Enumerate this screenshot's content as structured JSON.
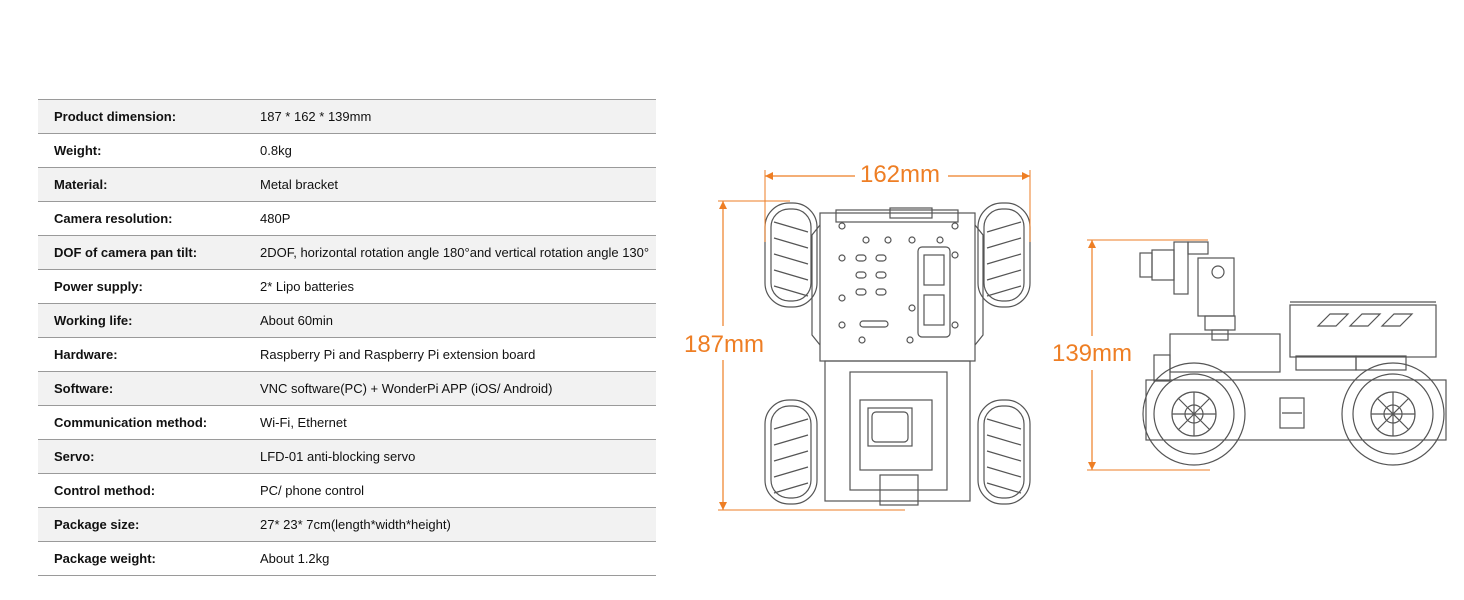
{
  "specs": [
    {
      "label": "Product dimension:",
      "value": "187 * 162 * 139mm"
    },
    {
      "label": "Weight:",
      "value": "0.8kg"
    },
    {
      "label": "Material:",
      "value": "Metal bracket"
    },
    {
      "label": "Camera resolution:",
      "value": "480P"
    },
    {
      "label": "DOF of camera pan tilt:",
      "value": "2DOF, horizontal rotation angle 180°and vertical rotation angle 130°"
    },
    {
      "label": "Power supply:",
      "value": "2* Lipo batteries"
    },
    {
      "label": "Working life:",
      "value": "About 60min"
    },
    {
      "label": "Hardware:",
      "value": "Raspberry Pi and Raspberry Pi extension board"
    },
    {
      "label": "Software:",
      "value": "VNC software(PC) + WonderPi APP (iOS/ Android)"
    },
    {
      "label": "Communication method:",
      "value": "Wi-Fi, Ethernet"
    },
    {
      "label": "Servo:",
      "value": "LFD-01 anti-blocking servo"
    },
    {
      "label": "Control method:",
      "value": "PC/ phone control"
    },
    {
      "label": "Package size:",
      "value": "27* 23* 7cm(length*width*height)"
    },
    {
      "label": "Package weight:",
      "value": "About 1.2kg"
    }
  ],
  "dimensions": {
    "width": "162mm",
    "length": "187mm",
    "height": "139mm"
  },
  "colors": {
    "accent": "#ee7e24",
    "line": "#555555",
    "row_shade": "#f2f2f2"
  }
}
